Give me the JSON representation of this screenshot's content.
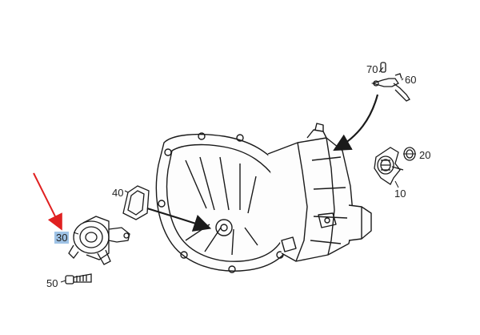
{
  "callouts": {
    "c10": "10",
    "c20": "20",
    "c30": "30",
    "c40": "40",
    "c50": "50",
    "c60": "60",
    "c70": "70"
  },
  "colors": {
    "line": "#1a1a1a",
    "highlight": "#9fc3e6",
    "pointer_arrow": "#e02020"
  }
}
